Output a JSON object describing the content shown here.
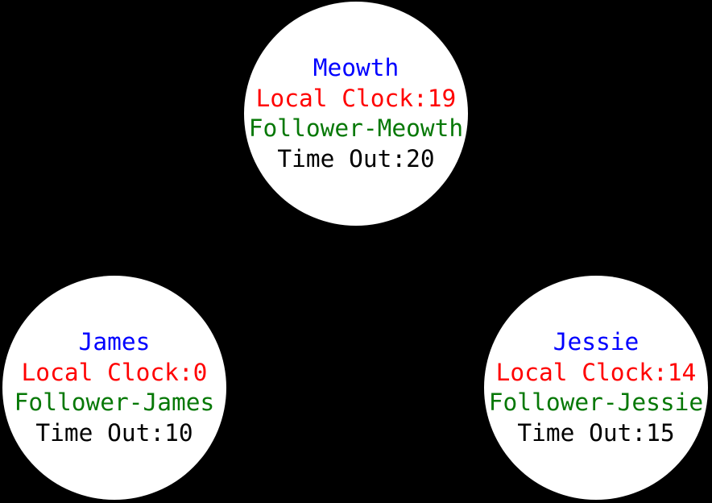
{
  "canvas": {
    "background_color": "#000000",
    "node_fill_color": "#ffffff"
  },
  "text_colors": {
    "name": "#0000ff",
    "local_clock": "#ff0000",
    "role": "#067806",
    "time_out": "#000000"
  },
  "nodes": [
    {
      "name": "Meowth",
      "local_clock": "Local Clock:19",
      "role": "Follower-Meowth",
      "time_out": "Time Out:20"
    },
    {
      "name": "James",
      "local_clock": "Local Clock:0",
      "role": "Follower-James",
      "time_out": "Time Out:10"
    },
    {
      "name": "Jessie",
      "local_clock": "Local Clock:14",
      "role": "Follower-Jessie",
      "time_out": "Time Out:15"
    }
  ]
}
